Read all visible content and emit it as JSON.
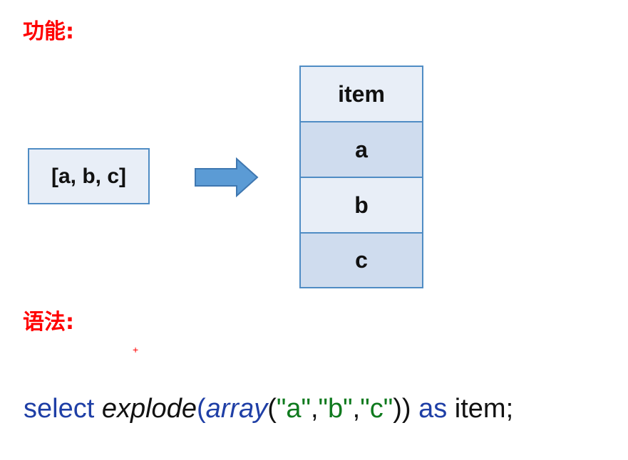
{
  "headings": {
    "function": "功能:",
    "syntax": "语法:"
  },
  "input": {
    "array_text": "[a, b, c]"
  },
  "output_table": {
    "header": "item",
    "rows": [
      "a",
      "b",
      "c"
    ]
  },
  "marker": "+",
  "code": {
    "kw_select": "select",
    "fn_explode": "explode",
    "open_paren_1": "(",
    "fn_array": "array",
    "open_paren_2": "(",
    "str_a": "\"a\"",
    "comma_1": ",",
    "str_b": "\"b\"",
    "comma_2": ",",
    "str_c": "\"c\"",
    "close_parens": "))",
    "kw_as": "as",
    "alias": "item;"
  },
  "colors": {
    "heading": "#ff0000",
    "box_border": "#4f8cc4",
    "box_light": "#e8eef7",
    "box_dark": "#cfdcee",
    "arrow_fill": "#5b9bd5",
    "keyword": "#1f3fa6",
    "string": "#0f7a1e"
  },
  "icons": {
    "arrow": "right-arrow-icon"
  }
}
